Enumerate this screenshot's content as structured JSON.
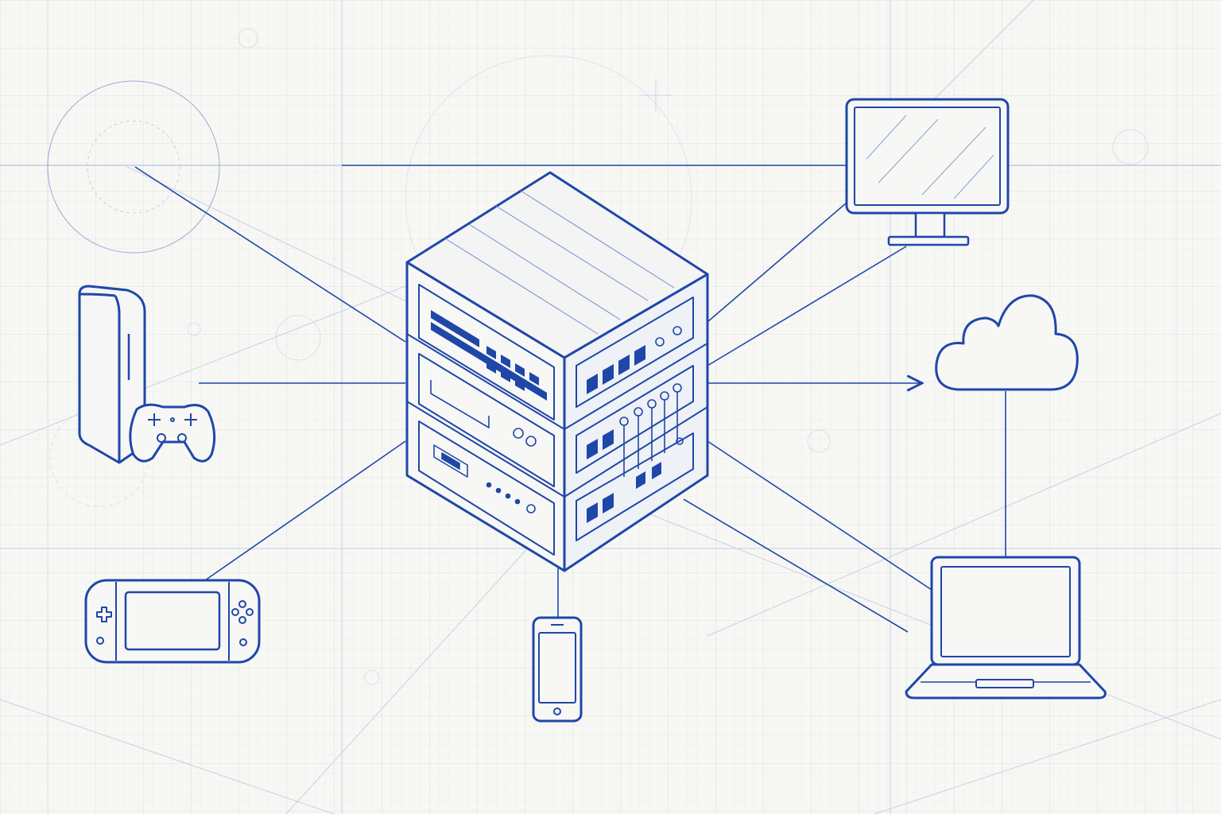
{
  "diagram": {
    "kind": "network-topology",
    "style": "blueprint sketch",
    "colors": {
      "paper": "#f7f7f4",
      "ink": "#1f47a8",
      "ink_light": "#6f8fcf",
      "grid_minor": "#e3e6ec",
      "grid_major": "#d2d8e3"
    },
    "hub": {
      "icon": "server-rack-icon"
    },
    "nodes": [
      {
        "id": "console",
        "icon": "game-console-icon"
      },
      {
        "id": "gamepad",
        "icon": "gamepad-icon"
      },
      {
        "id": "handheld",
        "icon": "handheld-console-icon"
      },
      {
        "id": "phone",
        "icon": "smartphone-icon"
      },
      {
        "id": "monitor",
        "icon": "monitor-icon"
      },
      {
        "id": "cloud",
        "icon": "cloud-icon"
      },
      {
        "id": "laptop",
        "icon": "laptop-icon"
      }
    ],
    "links": [
      {
        "from": "hub",
        "to": "console"
      },
      {
        "from": "hub",
        "to": "handheld"
      },
      {
        "from": "hub",
        "to": "phone"
      },
      {
        "from": "hub",
        "to": "monitor"
      },
      {
        "from": "hub",
        "to": "cloud",
        "arrow": true
      },
      {
        "from": "hub",
        "to": "laptop"
      },
      {
        "from": "cloud",
        "to": "laptop"
      }
    ]
  }
}
